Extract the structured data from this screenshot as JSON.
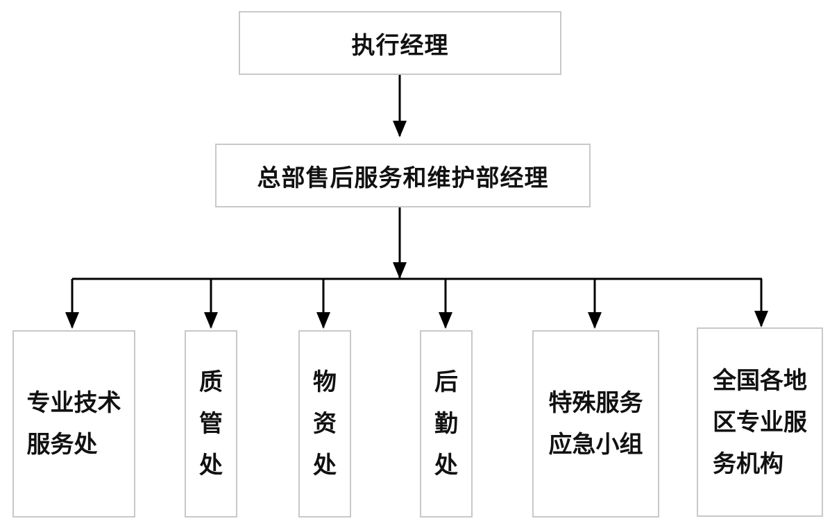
{
  "diagram": {
    "root": {
      "label": "执行经理"
    },
    "manager": {
      "label": "总部售后服务和维护部经理"
    },
    "departments": [
      {
        "label": "专业技术\n服务处"
      },
      {
        "label": "质\n管\n处"
      },
      {
        "label": "物\n资\n处"
      },
      {
        "label": "后\n勤\n处"
      },
      {
        "label": "特殊服务\n应急小组"
      },
      {
        "label": "全国各地\n区专业服\n务机构"
      }
    ],
    "colors": {
      "line": "#000000",
      "box_border": "#c8c8c8"
    }
  }
}
